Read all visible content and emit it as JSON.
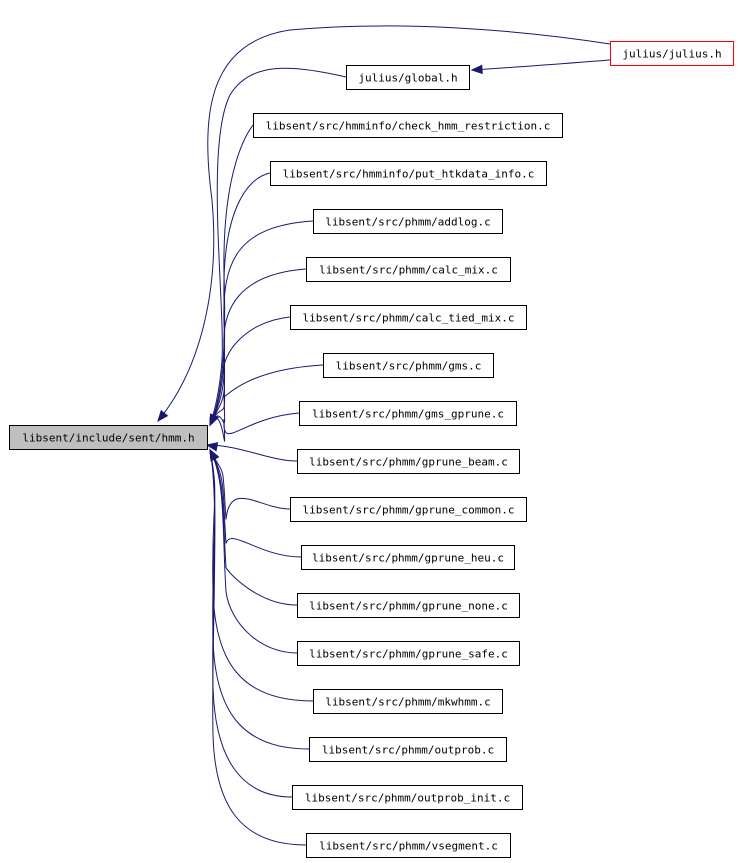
{
  "graph": {
    "edge_color": "#191970",
    "root_fill": "#bfbfbf",
    "highlight_border": "#ff0000",
    "root": {
      "id": "hmm_h",
      "label": "libsent/include/sent/hmm.h"
    },
    "nodes": [
      {
        "id": "julius_h",
        "label": "julius/julius.h",
        "highlight": true
      },
      {
        "id": "global_h",
        "label": "julius/global.h"
      },
      {
        "id": "check_hmm_restriction",
        "label": "libsent/src/hmminfo/check_hmm_restriction.c"
      },
      {
        "id": "put_htkdata_info",
        "label": "libsent/src/hmminfo/put_htkdata_info.c"
      },
      {
        "id": "addlog",
        "label": "libsent/src/phmm/addlog.c"
      },
      {
        "id": "calc_mix",
        "label": "libsent/src/phmm/calc_mix.c"
      },
      {
        "id": "calc_tied_mix",
        "label": "libsent/src/phmm/calc_tied_mix.c"
      },
      {
        "id": "gms",
        "label": "libsent/src/phmm/gms.c"
      },
      {
        "id": "gms_gprune",
        "label": "libsent/src/phmm/gms_gprune.c"
      },
      {
        "id": "gprune_beam",
        "label": "libsent/src/phmm/gprune_beam.c"
      },
      {
        "id": "gprune_common",
        "label": "libsent/src/phmm/gprune_common.c"
      },
      {
        "id": "gprune_heu",
        "label": "libsent/src/phmm/gprune_heu.c"
      },
      {
        "id": "gprune_none",
        "label": "libsent/src/phmm/gprune_none.c"
      },
      {
        "id": "gprune_safe",
        "label": "libsent/src/phmm/gprune_safe.c"
      },
      {
        "id": "mkwhmm",
        "label": "libsent/src/phmm/mkwhmm.c"
      },
      {
        "id": "outprob",
        "label": "libsent/src/phmm/outprob.c"
      },
      {
        "id": "outprob_init",
        "label": "libsent/src/phmm/outprob_init.c"
      },
      {
        "id": "vsegment",
        "label": "libsent/src/phmm/vsegment.c"
      }
    ],
    "edges": [
      {
        "from": "julius_h",
        "to": "hmm_h"
      },
      {
        "from": "julius_h",
        "to": "global_h"
      },
      {
        "from": "global_h",
        "to": "hmm_h"
      },
      {
        "from": "check_hmm_restriction",
        "to": "hmm_h"
      },
      {
        "from": "put_htkdata_info",
        "to": "hmm_h"
      },
      {
        "from": "addlog",
        "to": "hmm_h"
      },
      {
        "from": "calc_mix",
        "to": "hmm_h"
      },
      {
        "from": "calc_tied_mix",
        "to": "hmm_h"
      },
      {
        "from": "gms",
        "to": "hmm_h"
      },
      {
        "from": "gms_gprune",
        "to": "hmm_h"
      },
      {
        "from": "gprune_beam",
        "to": "hmm_h"
      },
      {
        "from": "gprune_common",
        "to": "hmm_h"
      },
      {
        "from": "gprune_heu",
        "to": "hmm_h"
      },
      {
        "from": "gprune_none",
        "to": "hmm_h"
      },
      {
        "from": "gprune_safe",
        "to": "hmm_h"
      },
      {
        "from": "mkwhmm",
        "to": "hmm_h"
      },
      {
        "from": "outprob",
        "to": "hmm_h"
      },
      {
        "from": "outprob_init",
        "to": "hmm_h"
      },
      {
        "from": "vsegment",
        "to": "hmm_h"
      }
    ]
  }
}
